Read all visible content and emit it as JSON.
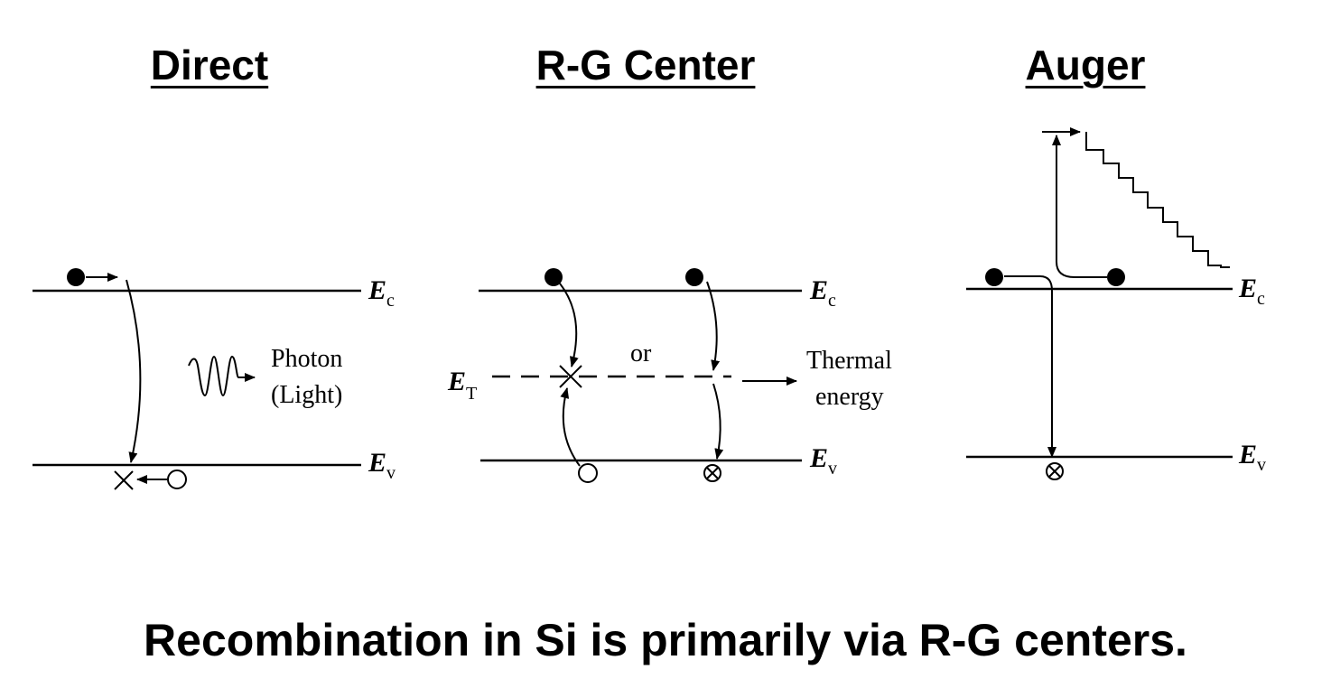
{
  "titles": {
    "direct": "Direct",
    "rg_center": "R-G Center",
    "auger": "Auger"
  },
  "labels": {
    "conduction_band": "E",
    "conduction_sub": "c",
    "valence_band": "E",
    "valence_sub": "v",
    "trap_level": "E",
    "trap_sub": "T",
    "photon": "Photon",
    "light": "(Light)",
    "or": "or",
    "thermal": "Thermal",
    "energy": "energy"
  },
  "caption": "Recombination in Si is primarily via R-G centers."
}
